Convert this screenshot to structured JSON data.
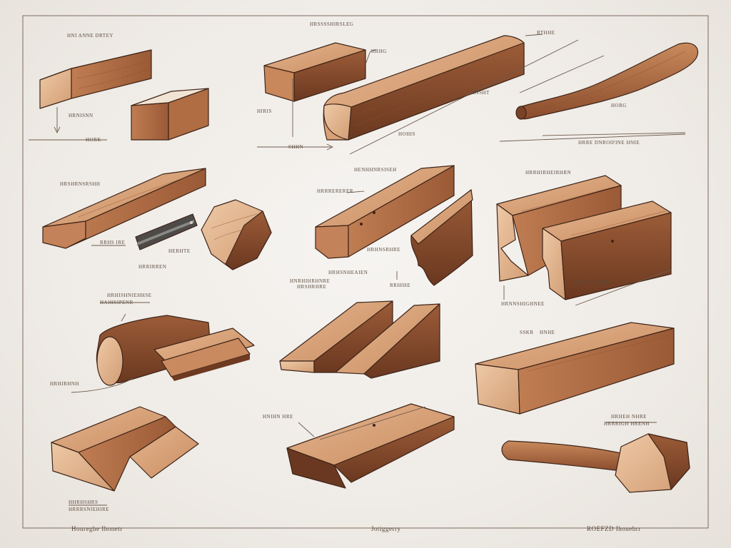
{
  "labels": {
    "a": "HNI ANNE DRTEY",
    "b": "HRSSSSHIRSLEG",
    "c": "HRHG",
    "d": "RTHHE",
    "e": "HNSHT",
    "f": "HRNISNN",
    "g": "HORK",
    "h": "HIRIS",
    "i": "SHHN",
    "j": "HOHIS",
    "k": "HRRE DNROIFINE HNIE",
    "l": "HRSHRNSRSHH",
    "m": "HENHHNRSISEH",
    "n": "HRRRERERER",
    "o": "HRRHIRHEIRHRN",
    "p": "HRHNSRHRE",
    "q": "HRHSNHEAIEN",
    "r": "RRHS IRE",
    "s": "HRRIRREN",
    "t": "HERHTE",
    "u": "HRSHRHRE",
    "v": "HRHISHNIEHHSE",
    "w": "HRNNSHIGHNEE",
    "x": "SSKR",
    "y": "HNHE",
    "z": "HNIHN HRE",
    "aa": "HRHIRHNH",
    "ab": "HRHEH NHRE",
    "ac": "HHRHSHRS",
    "ad": "HRRRSNIEHIRE",
    "ae": "HRRRIGH HRENH",
    "af": "HRHNHNSRE",
    "ag": "HNRHIHRHNRE",
    "ah": "HAIHSIPENR",
    "ai": "RRHIHE",
    "aj": "HORG"
  },
  "footer": {
    "left": "Honreghe Ihonetr",
    "center": "Jotiggerry",
    "right": "ROEFZD Ihonehrr"
  },
  "colors": {
    "wood_light": "#d8a07a",
    "wood_mid": "#b9774e",
    "wood_dark": "#7a4226",
    "edge": "#3e2418",
    "paper": "#f3f0ec"
  }
}
